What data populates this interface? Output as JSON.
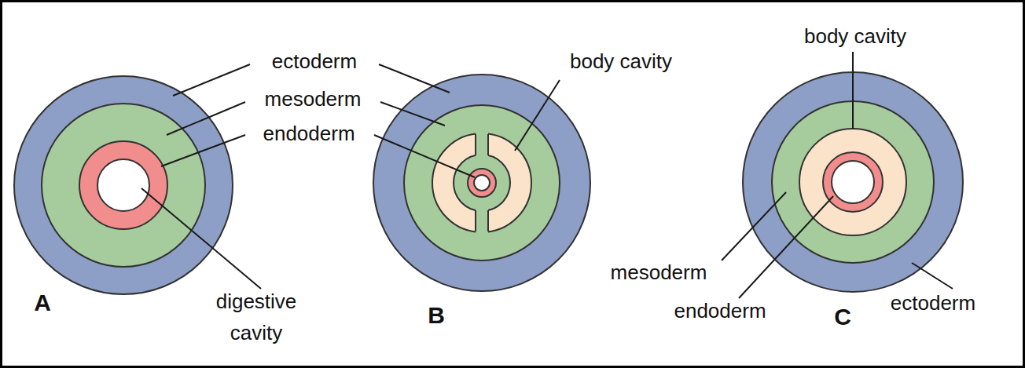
{
  "diagram": {
    "labels": [
      "ectoderm",
      "mesoderm",
      "endoderm",
      "body cavity",
      "body cavity",
      "digestive cavity",
      "A",
      "B",
      "mesoderm",
      "endoderm",
      "C",
      "ectoderm"
    ]
  }
}
